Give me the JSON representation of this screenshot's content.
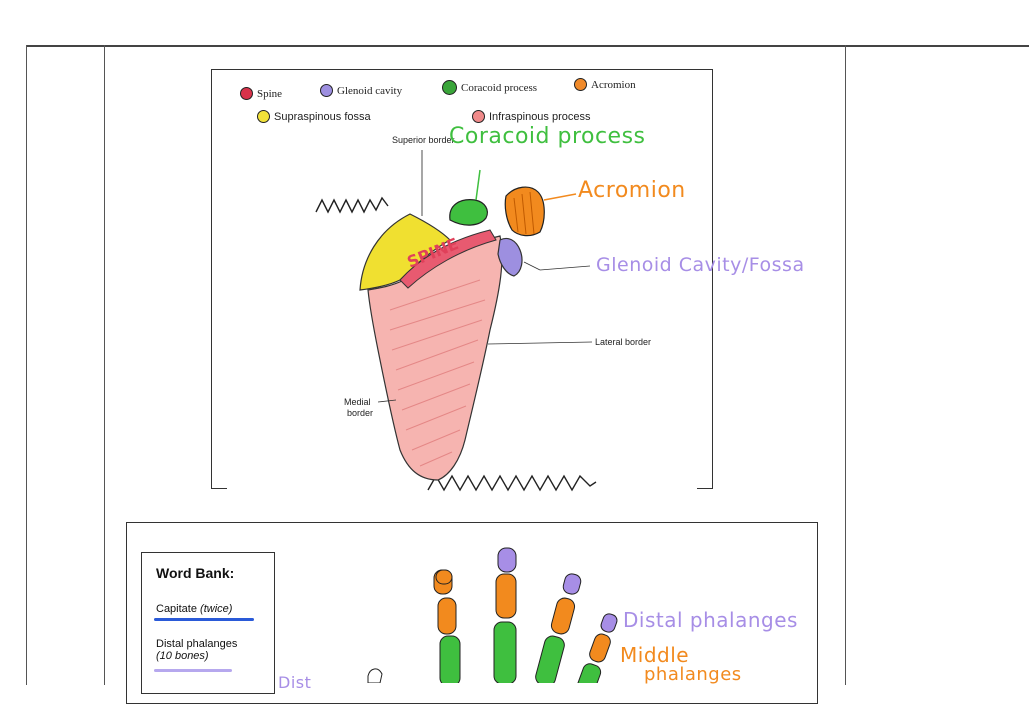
{
  "legend": {
    "items": [
      {
        "label": "Spine",
        "color": "#d8324a"
      },
      {
        "label": "Glenoid cavity",
        "color": "#9d8fe0"
      },
      {
        "label": "Coracoid process",
        "color": "#3aa53a"
      },
      {
        "label": "Acromion",
        "color": "#f08a2a"
      },
      {
        "label": "Supraspinous fossa",
        "color": "#f2e23a"
      },
      {
        "label": "Infraspinous process",
        "color": "#f08a8a"
      }
    ]
  },
  "scapula": {
    "printed_labels": {
      "superior_border": "Superior border",
      "lateral_border": "Lateral border",
      "medial_border_line1": "Medial",
      "medial_border_line2": "border"
    },
    "handwritten": {
      "coracoid": "Coracoid process",
      "acromion": "Acromion",
      "glenoid": "Glenoid Cavity/Fossa",
      "spine": "SPINE"
    },
    "colors": {
      "coracoid": "#3fbf3f",
      "acromion": "#f28a1e",
      "glenoid": "#a78ee6",
      "spine": "#e0405a",
      "supraspinous": "#f0e030",
      "infraspinous": "#f4a0a0"
    }
  },
  "hand": {
    "word_bank": {
      "title": "Word Bank:",
      "items": [
        {
          "text": "Capitate",
          "note": "(twice)"
        },
        {
          "text": "Distal phalanges",
          "note": "(10 bones)"
        }
      ]
    },
    "handwritten": {
      "distal": "Distal phalanges",
      "middle": "Middle",
      "middle2": "phalanges",
      "distal_left": "Dist"
    }
  }
}
